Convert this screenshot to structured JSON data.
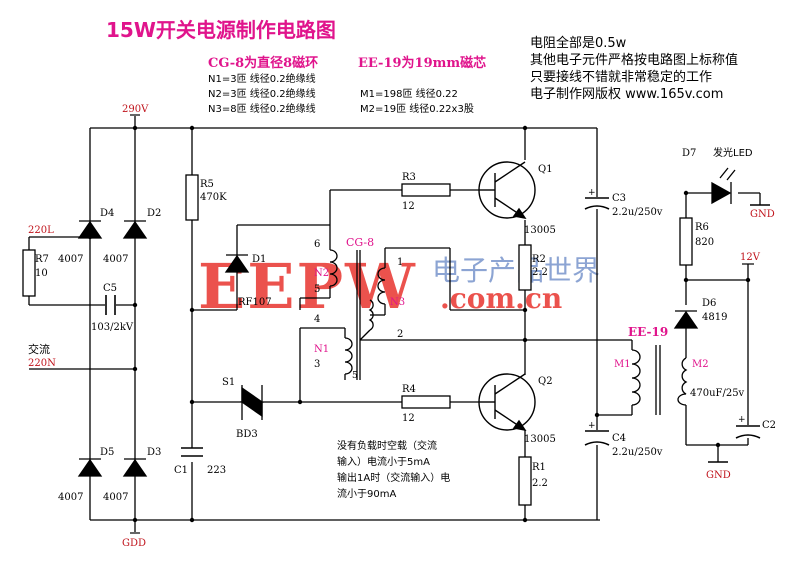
{
  "title": "15W开关电源制作电路图",
  "colors": {
    "title": "#e0148c",
    "wire": "#000000",
    "label_red": "#c0141c",
    "label_magenta": "#e0148c",
    "watermark_red": "#e8352e",
    "watermark_blue": "#1f4ea8"
  },
  "cores": {
    "cg8_heading": "CG-8为直径8磁环",
    "cg8_lines": [
      "N1=3匝  线径0.2绝缘线",
      "N2=3匝  线径0.2绝缘线",
      "N3=8匝  线径0.2绝缘线"
    ],
    "ee19_heading": "EE-19为19mm磁芯",
    "ee19_lines": [
      "M1=198匝  线径0.22",
      "M2=19匝   线径0.22x3股"
    ]
  },
  "notes_top": [
    "电阻全部是0.5w",
    "其他电子元件严格按电路图上标称值",
    "只要接线不错就非常稳定的工作",
    "电子制作网版权 www.165v.com"
  ],
  "notes_bottom": [
    "没有负载时空载（交流",
    "输入）电流小于5mA",
    "输出1A时（交流输入）电",
    "流小于90mA"
  ],
  "rails": {
    "top": "290V",
    "bottom": "GDD",
    "ac_input_label": "交流",
    "ac_input_value": "220N",
    "ac_l": "220L"
  },
  "components": {
    "R7": "R7",
    "R7_val": "10",
    "D4": "D4",
    "D4_val": "4007",
    "D2": "D2",
    "D2_val": "4007",
    "D5": "D5",
    "D5_val": "4007",
    "D3": "D3",
    "D3_val": "4007",
    "C5": "C5",
    "C5_val": "103/2kV",
    "R5": "R5",
    "R5_val": "470K",
    "D1": "D1",
    "D1_val": "RF107",
    "S1": "S1",
    "BD3": "BD3",
    "C1": "C1",
    "C1_val": "223",
    "R3": "R3",
    "R3_val": "12",
    "R4": "R4",
    "R4_val": "12",
    "Q1": "Q1",
    "Q1_val": "13005",
    "Q2": "Q2",
    "Q2_val": "13005",
    "R2": "R2",
    "R2_val": "2.2",
    "R1": "R1",
    "R1_val": "2.2",
    "C3": "C3",
    "C3_val": "2.2u/250v",
    "C4": "C4",
    "C4_val": "2.2u/250v",
    "CG8": "CG-8",
    "N1": "N1",
    "N2": "N2",
    "N3": "N3",
    "pin1": "1",
    "pin2": "2",
    "pin3": "3",
    "pin4": "4",
    "pin5": "5",
    "pin6": "6",
    "pin5b": "5",
    "EE19": "EE-19",
    "M1": "M1",
    "M2": "M2",
    "D6": "D6",
    "D6_val": "4819",
    "C2": "C2",
    "C2_val": "470uF/25v",
    "R6": "R6",
    "R6_val": "820",
    "D7": "D7",
    "D7_val": "发光LED",
    "gnd1": "GND",
    "gnd2": "GND",
    "v12": "12V"
  },
  "watermark": {
    "logo": "EEPW",
    "cn": "电子产品世界",
    "url": ".com.cn"
  }
}
